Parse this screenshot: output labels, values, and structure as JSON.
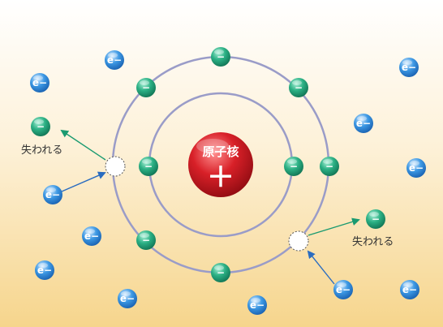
{
  "nucleus": {
    "label": "原子核",
    "charge": "＋"
  },
  "bound_electron_symbol": "−",
  "free_electron_symbol": "e−",
  "lost_label": "失われる",
  "colors": {
    "orbit": "#9a9cc8",
    "bound_electron": "#24a07a",
    "free_electron": "#2a84d6",
    "nucleus": "#c81820",
    "arrow_lost": "#1a9a70",
    "arrow_incoming": "#2a6cc0"
  }
}
